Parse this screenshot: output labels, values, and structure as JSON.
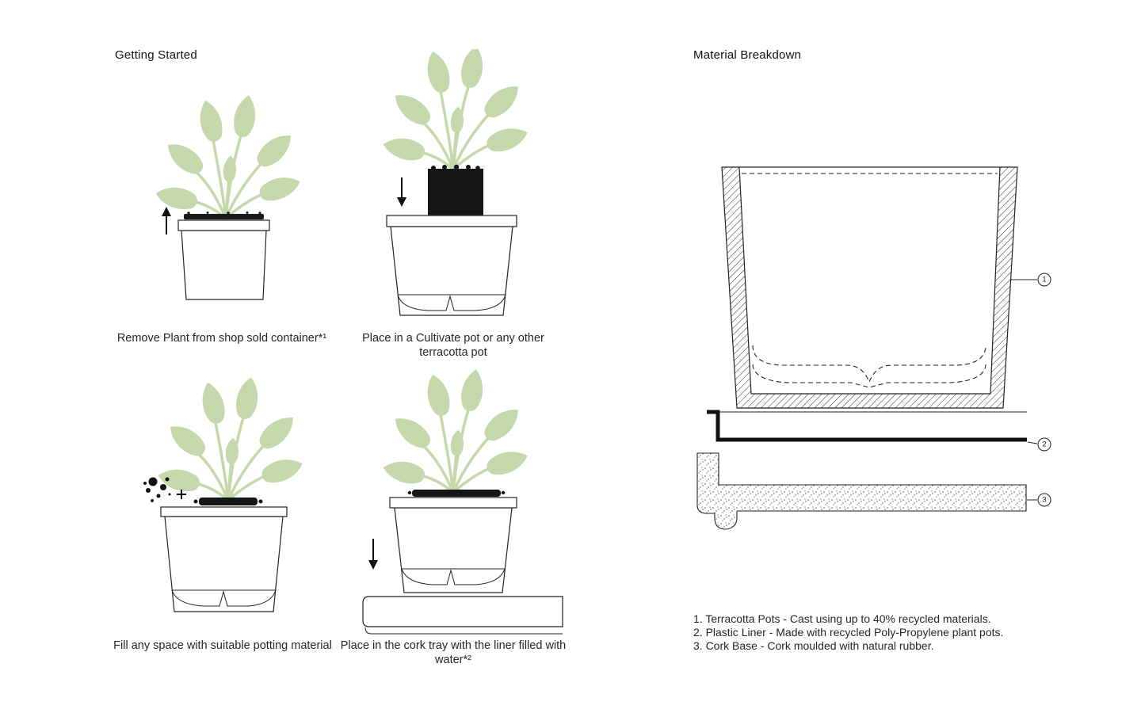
{
  "getting_started": {
    "title": "Getting Started",
    "steps": [
      {
        "caption": "Remove Plant from shop sold container*¹"
      },
      {
        "caption": "Place in a Cultivate pot or any other terracotta pot"
      },
      {
        "caption": "Fill any space with suitable potting material"
      },
      {
        "caption": "Place in the cork tray with the liner filled with water*²"
      }
    ]
  },
  "material_breakdown": {
    "title": "Material Breakdown",
    "callouts": [
      {
        "label": "1"
      },
      {
        "label": "2"
      },
      {
        "label": "3"
      }
    ],
    "legend": [
      "1. Terracotta Pots - Cast using up to 40% recycled materials.",
      "2. Plastic Liner - Made with recycled Poly-Propylene plant pots.",
      "3. Cork Base - Cork moulded with natural rubber."
    ]
  },
  "colors": {
    "leaf_green": "#c5d8ab",
    "ink": "#1c1c1c"
  }
}
